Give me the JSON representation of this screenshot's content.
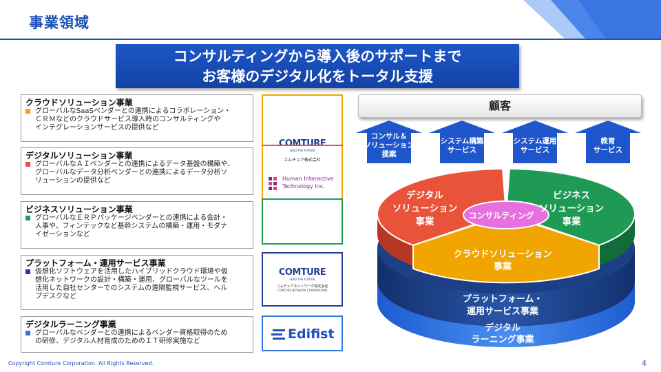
{
  "header": {
    "title": "事業領域"
  },
  "banner": {
    "line1": "コンサルティングから導入後のサポートまで",
    "line2": "お客様のデジタル化をトータル支援"
  },
  "segments": [
    {
      "title": "クラウドソリューション事業",
      "color": "#f0a500",
      "lines": [
        "グローバルなSaaSベンダーとの連携によるコラボレーション・",
        "ＣＲＭなどのクラウドサービス導入時のコンサルティングや",
        "インテグレーションサービスの提供など"
      ]
    },
    {
      "title": "デジタルソリューション事業",
      "color": "#e8533a",
      "lines": [
        "グローバルなＡＩベンダーとの連携によるデータ基盤の構築や、",
        "グローバルなデータ分析ベンダーとの連携によるデータ分析ソ",
        "リューションの提供など"
      ]
    },
    {
      "title": "ビジネスソリューション事業",
      "color": "#1f9a55",
      "lines": [
        "グローバルなＥＲＰパッケージベンダーとの連携による会計・",
        "人事や、フィンテックなど基幹システムの構築・運用・モダナ",
        "イゼーションなど"
      ]
    },
    {
      "title": "プラットフォーム・運用サービス事業",
      "color": "#1f3f8f",
      "lines": [
        "仮想化ソフトウェアを活用したハイブリッドクラウド環境や仮",
        "想化ネットワークの設計・構築・運用、グローバルなツールを",
        "活用した自社センターでのシステムの遠隔監視サービス、ヘル",
        "プデスクなど"
      ]
    },
    {
      "title": "デジタルラーニング事業",
      "color": "#2f79d8",
      "lines": [
        "グローバルなベンダーとの連携によるベンダー資格取得のため",
        "の研修、デジタル人材育成のためのＩＴ研修実施など"
      ]
    }
  ],
  "logos": {
    "comture1": "COMTURE",
    "comture1_sub": "LEAD THE FUTURE",
    "comture_jp1": "コムチュア株式会社",
    "hit_line1": "Human Interactive",
    "hit_line2": "Technology Inc.",
    "comture2": "COMTURE",
    "comture2_sub": "LEAD THE FUTURE",
    "comture_jp2": "コムチュアネットワーク株式会社",
    "comture_net_en": "COMTURE NETWORK CORPORATION",
    "edifist": "Edifist"
  },
  "diagram": {
    "client": "顧客",
    "arrows": [
      {
        "lines": [
          "コンサル＆",
          "ソリューション",
          "提案"
        ]
      },
      {
        "lines": [
          "システム構築",
          "サービス"
        ]
      },
      {
        "lines": [
          "システム運用",
          "サービス"
        ]
      },
      {
        "lines": [
          "教育",
          "サービス"
        ]
      }
    ],
    "digital": [
      "デジタル",
      "ソリューション",
      "事業"
    ],
    "business": [
      "ビジネス",
      "ソリューション",
      "事業"
    ],
    "consulting": "コンサルティング",
    "cloud": [
      "クラウドソリューション",
      "事業"
    ],
    "platform": [
      "プラットフォーム・",
      "運用サービス事業"
    ],
    "learning": [
      "デジタル",
      "ラーニング事業"
    ]
  },
  "footer": {
    "copyright": "Copyright Comture Corporation. All Rights Reserved.",
    "page": "4"
  },
  "colors": {
    "brand": "#1a4fb5",
    "orange": "#f0a500",
    "red": "#e8533a",
    "green": "#1f9a55",
    "navy": "#1f3f8f",
    "blue": "#2f79d8",
    "pink": "#e86fe0"
  }
}
